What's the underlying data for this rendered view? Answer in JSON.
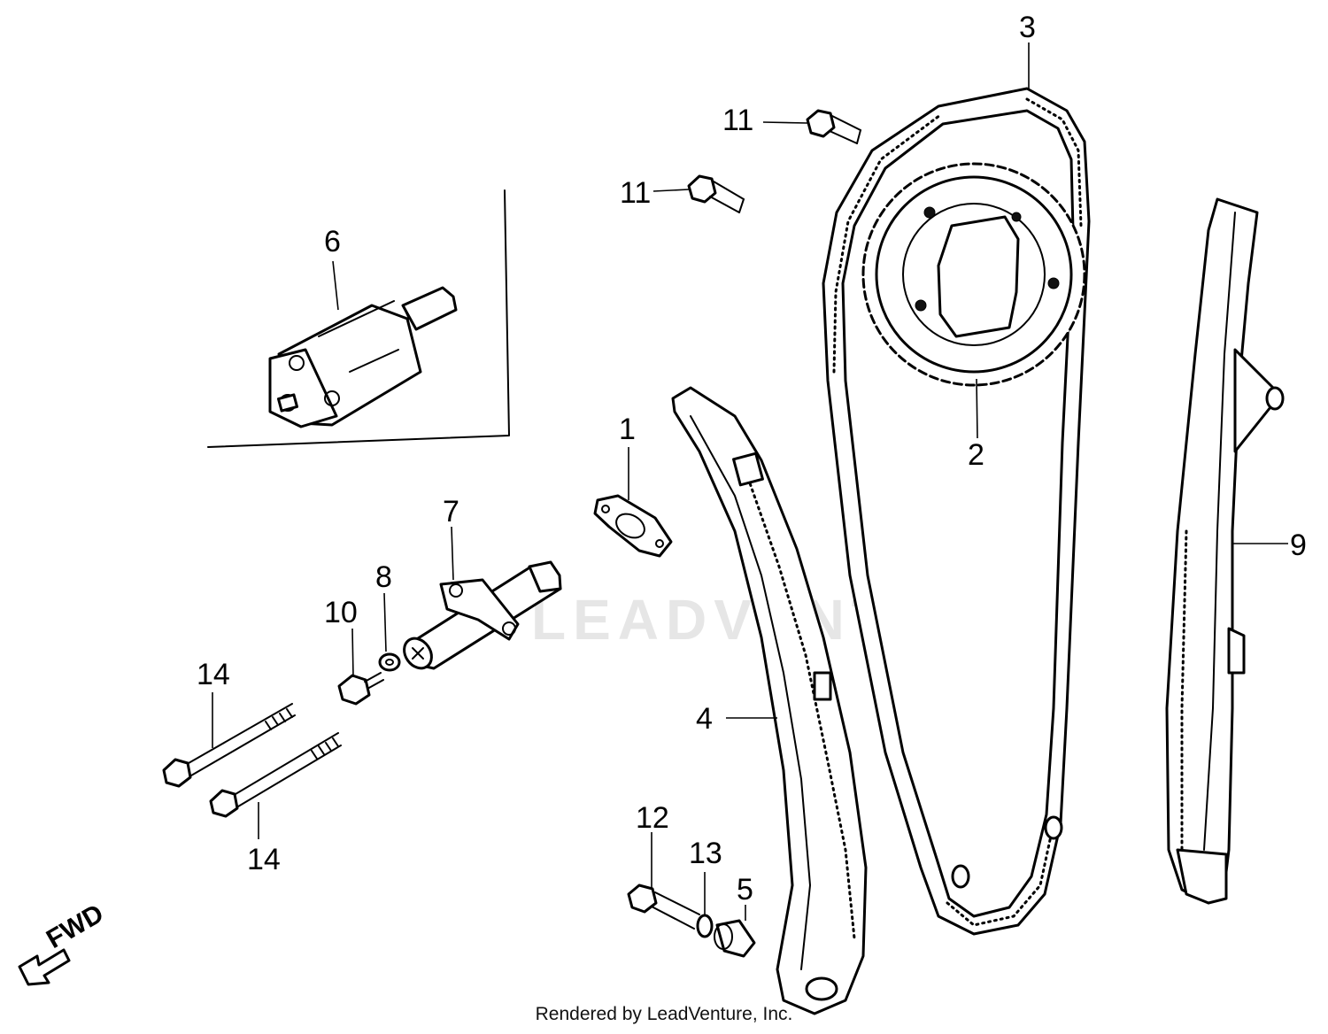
{
  "watermark": "LEADVENTURE",
  "footer": "Rendered by LeadVenture, Inc.",
  "direction_label": "FWD",
  "callouts": {
    "c1": "1",
    "c2": "2",
    "c3": "3",
    "c4": "4",
    "c5": "5",
    "c6": "6",
    "c7": "7",
    "c8": "8",
    "c9": "9",
    "c10": "10",
    "c11a": "11",
    "c11b": "11",
    "c12": "12",
    "c13": "13",
    "c14a": "14",
    "c14b": "14"
  }
}
